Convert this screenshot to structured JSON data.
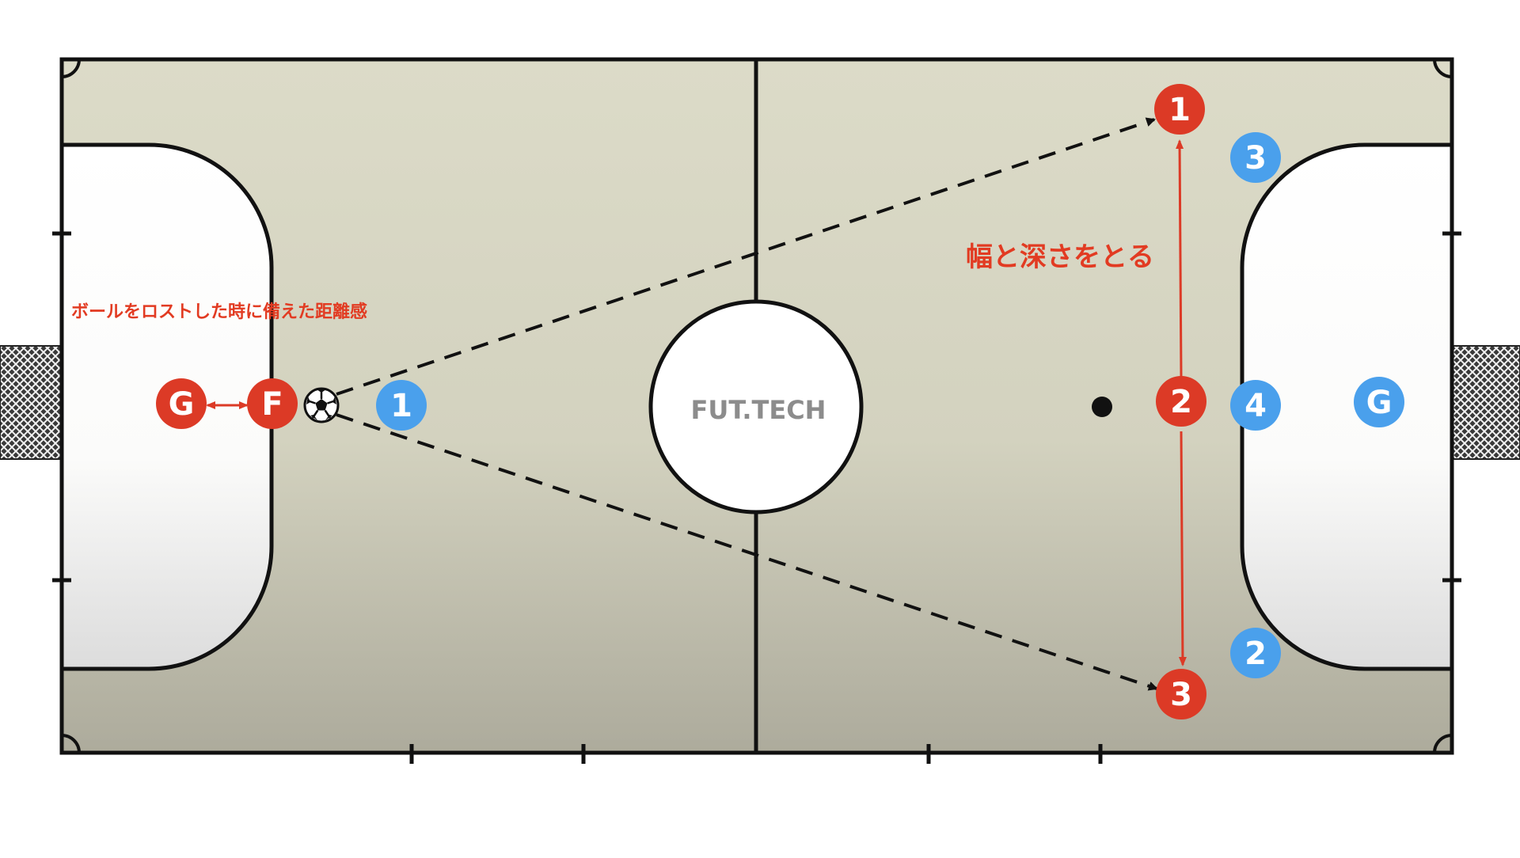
{
  "court": {
    "watermark": "FUT.TECH"
  },
  "annotations": {
    "width_depth": "幅と深さをとる",
    "loss_distance": "ボールをロストした時に備えた距離感"
  },
  "colors": {
    "red_team": "#dc3a26",
    "blue_team": "#4aa0ec",
    "court_top": "#dcdbc8",
    "court_bottom": "#adab9c",
    "line": "#111111",
    "annotation_text": "#e23b22"
  },
  "red_players": [
    {
      "label": "G"
    },
    {
      "label": "F"
    },
    {
      "label": "1"
    },
    {
      "label": "2"
    },
    {
      "label": "3"
    }
  ],
  "blue_players": [
    {
      "label": "1"
    },
    {
      "label": "3"
    },
    {
      "label": "4"
    },
    {
      "label": "2"
    },
    {
      "label": "G"
    }
  ],
  "ball": {
    "icon": "soccer-ball-icon"
  }
}
